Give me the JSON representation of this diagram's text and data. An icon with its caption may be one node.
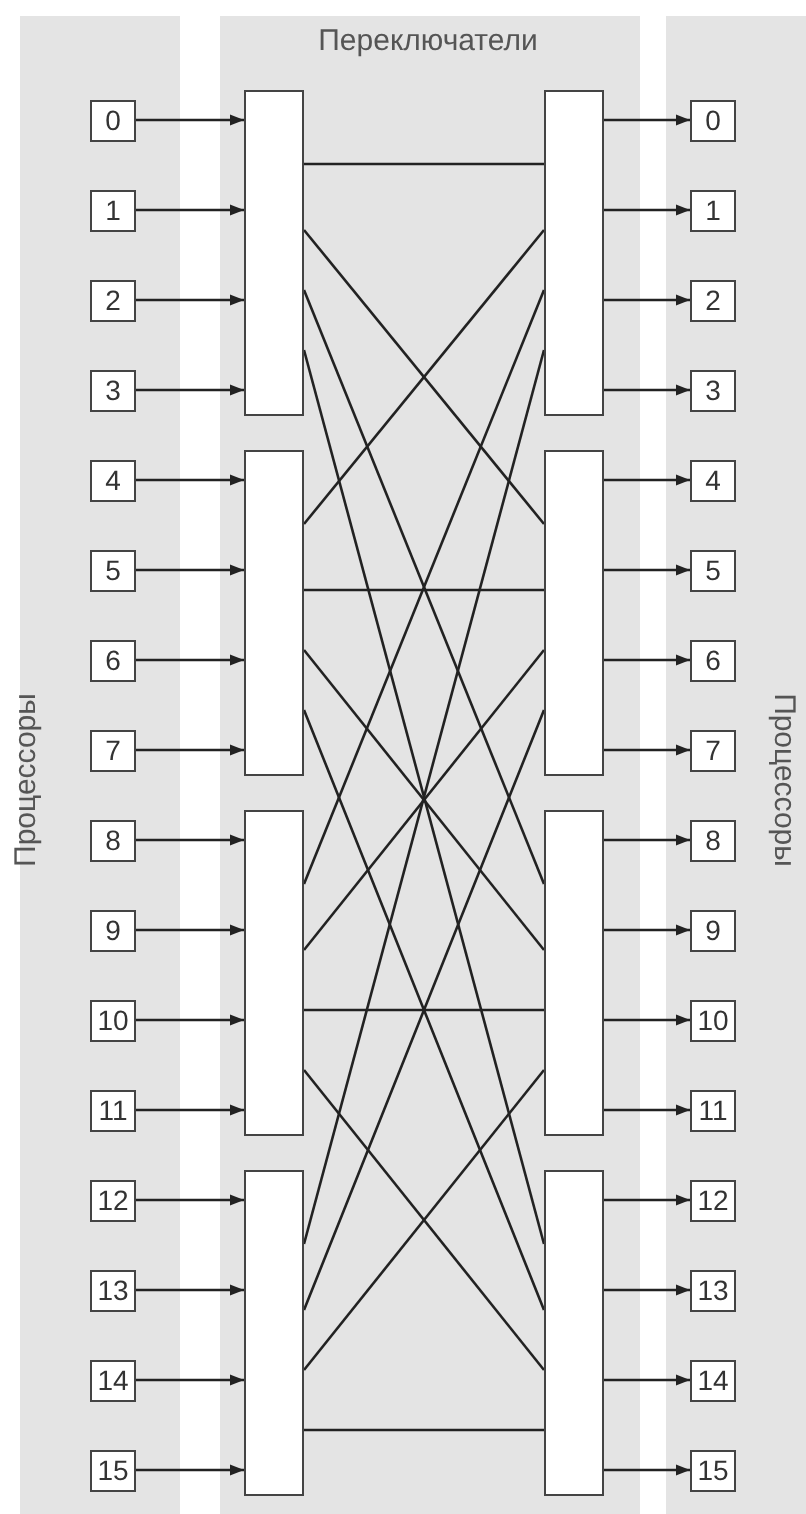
{
  "diagram": {
    "nodes": [
      {
        "text": [
          "0"
        ]
      },
      {
        "text": [
          "1"
        ]
      },
      {
        "text": [
          "2"
        ]
      },
      {
        "text": [
          "3"
        ]
      },
      {
        "text": [
          "4"
        ]
      },
      {
        "text": [
          "5"
        ]
      },
      {
        "text": [
          "6"
        ]
      },
      {
        "text": [
          "7"
        ]
      },
      {
        "text": [
          "8"
        ]
      },
      {
        "text": [
          "9"
        ]
      },
      {
        "text": [
          "10"
        ]
      },
      {
        "text": [
          "11"
        ]
      },
      {
        "text": [
          "12"
        ]
      },
      {
        "text": [
          "13"
        ]
      },
      {
        "text": [
          "14"
        ]
      },
      {
        "text": [
          "15"
        ]
      },
      {
        "text": [],
        "shape": "box"
      },
      {
        "text": [],
        "shape": "box"
      },
      {
        "text": [],
        "shape": "box"
      },
      {
        "text": [],
        "shape": "box"
      },
      {
        "text": [],
        "shape": "box"
      },
      {
        "text": [],
        "shape": "box"
      },
      {
        "text": [],
        "shape": "box"
      },
      {
        "text": [],
        "shape": "box"
      },
      {
        "text": [
          "0"
        ]
      },
      {
        "text": [
          "1"
        ]
      },
      {
        "text": [
          "2"
        ]
      },
      {
        "text": [
          "3"
        ]
      },
      {
        "text": [
          "4"
        ]
      },
      {
        "text": [
          "5"
        ]
      },
      {
        "text": [
          "6"
        ]
      },
      {
        "text": [
          "7"
        ]
      },
      {
        "text": [
          "8"
        ]
      },
      {
        "text": [
          "9"
        ]
      },
      {
        "text": [
          "10"
        ]
      },
      {
        "text": [
          "11"
        ]
      },
      {
        "text": [
          "12"
        ]
      },
      {
        "text": [
          "13"
        ]
      },
      {
        "text": [
          "14"
        ]
      },
      {
        "text": [
          "15"
        ]
      }
    ],
    "edges": [
      {
        "from": 0,
        "to": 16,
        "arrow": "to"
      },
      {
        "from": 1,
        "to": 16,
        "arrow": "to"
      },
      {
        "from": 2,
        "to": 16,
        "arrow": "to"
      },
      {
        "from": 3,
        "to": 16,
        "arrow": "to"
      },
      {
        "from": 4,
        "to": 17,
        "arrow": "to"
      },
      {
        "from": 5,
        "to": 17,
        "arrow": "to"
      },
      {
        "from": 6,
        "to": 17,
        "arrow": "to"
      },
      {
        "from": 7,
        "to": 17,
        "arrow": "to"
      },
      {
        "from": 8,
        "to": 18,
        "arrow": "to"
      },
      {
        "from": 9,
        "to": 18,
        "arrow": "to"
      },
      {
        "from": 10,
        "to": 18,
        "arrow": "to"
      },
      {
        "from": 11,
        "to": 18,
        "arrow": "to"
      },
      {
        "from": 12,
        "to": 19,
        "arrow": "to"
      },
      {
        "from": 13,
        "to": 19,
        "arrow": "to"
      },
      {
        "from": 14,
        "to": 19,
        "arrow": "to"
      },
      {
        "from": 15,
        "to": 19,
        "arrow": "to"
      },
      {
        "from": 16,
        "to": 20,
        "arrow": "none"
      },
      {
        "from": 16,
        "to": 21,
        "arrow": "none"
      },
      {
        "from": 16,
        "to": 22,
        "arrow": "none"
      },
      {
        "from": 16,
        "to": 23,
        "arrow": "none"
      },
      {
        "from": 17,
        "to": 20,
        "arrow": "none"
      },
      {
        "from": 17,
        "to": 21,
        "arrow": "none"
      },
      {
        "from": 17,
        "to": 22,
        "arrow": "none"
      },
      {
        "from": 17,
        "to": 23,
        "arrow": "none"
      },
      {
        "from": 18,
        "to": 20,
        "arrow": "none"
      },
      {
        "from": 18,
        "to": 21,
        "arrow": "none"
      },
      {
        "from": 18,
        "to": 22,
        "arrow": "none"
      },
      {
        "from": 18,
        "to": 23,
        "arrow": "none"
      },
      {
        "from": 19,
        "to": 20,
        "arrow": "none"
      },
      {
        "from": 19,
        "to": 21,
        "arrow": "none"
      },
      {
        "from": 19,
        "to": 22,
        "arrow": "none"
      },
      {
        "from": 19,
        "to": 23,
        "arrow": "none"
      },
      {
        "from": 20,
        "to": 24,
        "arrow": "to"
      },
      {
        "from": 20,
        "to": 25,
        "arrow": "to"
      },
      {
        "from": 20,
        "to": 26,
        "arrow": "to"
      },
      {
        "from": 20,
        "to": 27,
        "arrow": "to"
      },
      {
        "from": 21,
        "to": 28,
        "arrow": "to"
      },
      {
        "from": 21,
        "to": 29,
        "arrow": "to"
      },
      {
        "from": 21,
        "to": 30,
        "arrow": "to"
      },
      {
        "from": 21,
        "to": 31,
        "arrow": "to"
      },
      {
        "from": 22,
        "to": 32,
        "arrow": "to"
      },
      {
        "from": 22,
        "to": 33,
        "arrow": "to"
      },
      {
        "from": 22,
        "to": 34,
        "arrow": "to"
      },
      {
        "from": 22,
        "to": 35,
        "arrow": "to"
      },
      {
        "from": 23,
        "to": 36,
        "arrow": "to"
      },
      {
        "from": 23,
        "to": 37,
        "arrow": "to"
      },
      {
        "from": 23,
        "to": 38,
        "arrow": "to"
      },
      {
        "from": 23,
        "to": 39,
        "arrow": "to"
      }
    ],
    "labels": [
      "Переключатели",
      "Процессоры",
      "Процессоры"
    ]
  }
}
